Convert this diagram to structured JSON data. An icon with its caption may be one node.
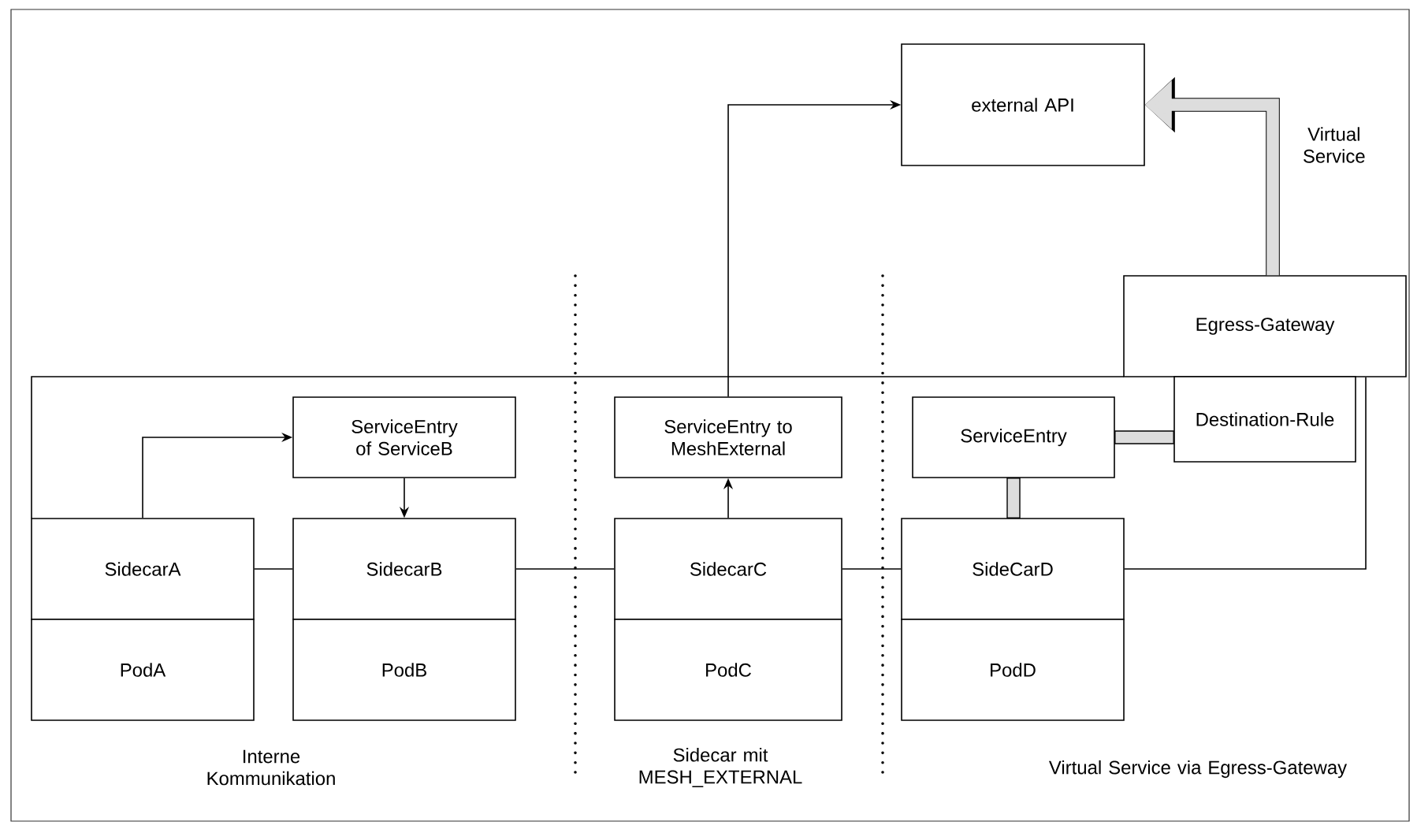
{
  "diagram": {
    "nodes": [
      {
        "text": [
          "external API"
        ]
      },
      {
        "text": [
          "Egress-Gateway"
        ]
      },
      {
        "text": [
          "ServiceEntry of ServiceB"
        ]
      },
      {
        "text": [
          "ServiceEntry to MeshExternal"
        ]
      },
      {
        "text": [
          "ServiceEntry"
        ]
      },
      {
        "text": [
          "Destination-Rule"
        ]
      },
      {
        "text": [
          "SidecarA"
        ]
      },
      {
        "text": [
          "PodA"
        ]
      },
      {
        "text": [
          "SidecarB"
        ]
      },
      {
        "text": [
          "PodB"
        ]
      },
      {
        "text": [
          "SidecarC"
        ]
      },
      {
        "text": [
          "PodC"
        ]
      },
      {
        "text": [
          "SideCarD"
        ]
      },
      {
        "text": [
          "PodD"
        ]
      }
    ],
    "edges": [
      {
        "from": 6,
        "to": 2,
        "arrow": "to"
      },
      {
        "from": 2,
        "to": 8,
        "arrow": "to"
      },
      {
        "from": 10,
        "to": 3,
        "arrow": "to"
      },
      {
        "from": 3,
        "to": 0,
        "arrow": "to"
      },
      {
        "from": 1,
        "to": 0,
        "arrow": "to",
        "label": "Virtual Service",
        "style": "thick",
        "color": "#dddddd"
      },
      {
        "from": 4,
        "to": 5,
        "arrow": "none",
        "style": "thick",
        "color": "#dddddd"
      },
      {
        "from": 4,
        "to": 12,
        "arrow": "none",
        "style": "thick",
        "color": "#dddddd"
      },
      {
        "from": 6,
        "to": 8,
        "arrow": "none"
      },
      {
        "from": 8,
        "to": 10,
        "arrow": "none"
      },
      {
        "from": 10,
        "to": 12,
        "arrow": "none"
      },
      {
        "from": 12,
        "to": 1,
        "arrow": "none"
      }
    ],
    "labels": [
      "Interne Kommunikation",
      "Sidecar mit MESH_EXTERNAL",
      "Virtual Service via Egress-Gateway"
    ]
  }
}
